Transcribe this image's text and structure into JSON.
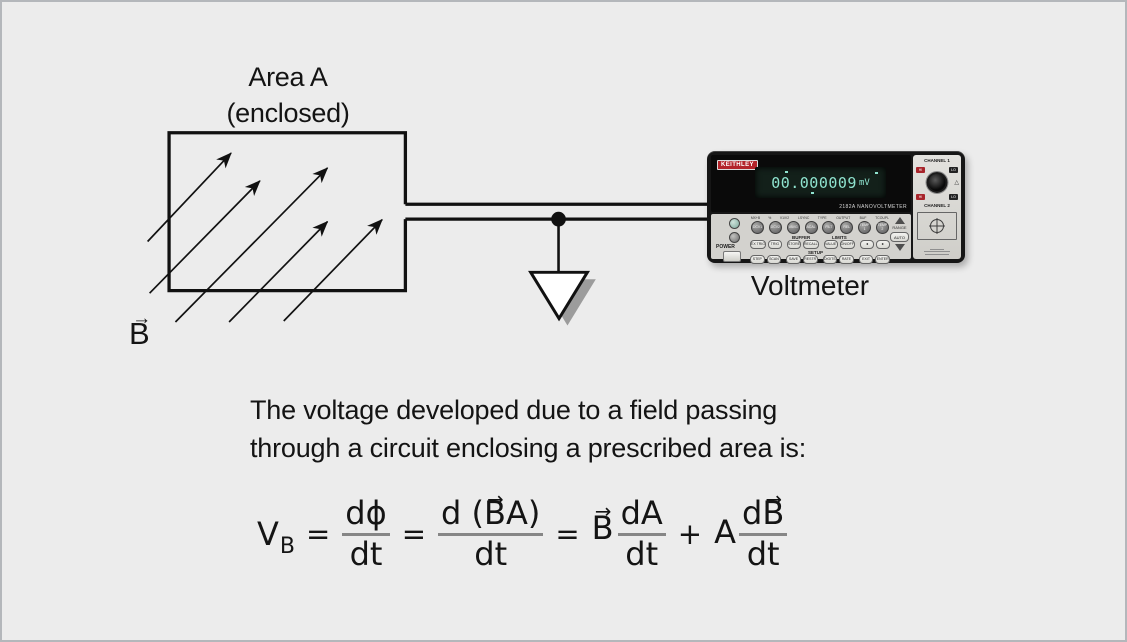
{
  "canvas": {
    "bg": "#ececec",
    "border_color": "#b4b7bb"
  },
  "diagram": {
    "area_label_line1": "Area A",
    "area_label_line2": "(enclosed)",
    "field_label": "B",
    "voltmeter_caption": "Voltmeter"
  },
  "voltmeter": {
    "brand": "KEITHLEY",
    "display_value": "00.000009",
    "display_units": "mV",
    "model": "2182A  NANOVOLTMETER",
    "power_label": "POWER",
    "function_key_labels": [
      "MX+B",
      "%",
      "V1/V2",
      "LSYNC",
      "TYPE",
      "OUTPUT",
      "BUF",
      "TCOUPL"
    ],
    "function_keys": [
      "DCV1",
      "DCV2",
      "VAVG",
      "ACAL",
      "FILT",
      "REL",
      "TEMP 1",
      "TEMP 2"
    ],
    "buffer_label": "BUFFER",
    "limits_label": "LIMITS",
    "setup_label": "SETUP",
    "row2_keys": [
      "EX TRIG",
      "TRIG",
      "STORE",
      "RECALL",
      "VALUE",
      "ON/OFF",
      "◄",
      "►"
    ],
    "row3_keys": [
      "STEP",
      "SCAN",
      "SAVE",
      "RESTR",
      "DIGITS",
      "RATE",
      "EXIT",
      "ENTER"
    ],
    "range_label": "RANGE",
    "auto_label": "AUTO",
    "channel1_label": "CHANNEL 1",
    "channel2_label": "CHANNEL 2",
    "hi_label": "HI",
    "lo_label": "LO",
    "lcd_color": "#8fe3cf",
    "brand_color": "#b3242a"
  },
  "caption": {
    "line1": "The voltage developed due to a field passing",
    "line2": "through a circuit enclosing a prescribed area is:"
  },
  "equation": {
    "lhs": "V",
    "lhs_sub": "B",
    "equals": "=",
    "plus": "+",
    "frac_phi": {
      "num": "dϕ",
      "den": "dt"
    },
    "frac_ba": {
      "num_pre": "d (",
      "vec_base": "B",
      "num_post": "A)",
      "den": "dt"
    },
    "coef_b": "B",
    "frac_da": {
      "num": "dA",
      "den": "dt"
    },
    "coef_a": "A",
    "frac_db": {
      "num_pre": "d",
      "vec_base": "B",
      "den": "dt"
    }
  },
  "symbols": {
    "vec_arrow": "→",
    "warning": "△"
  }
}
